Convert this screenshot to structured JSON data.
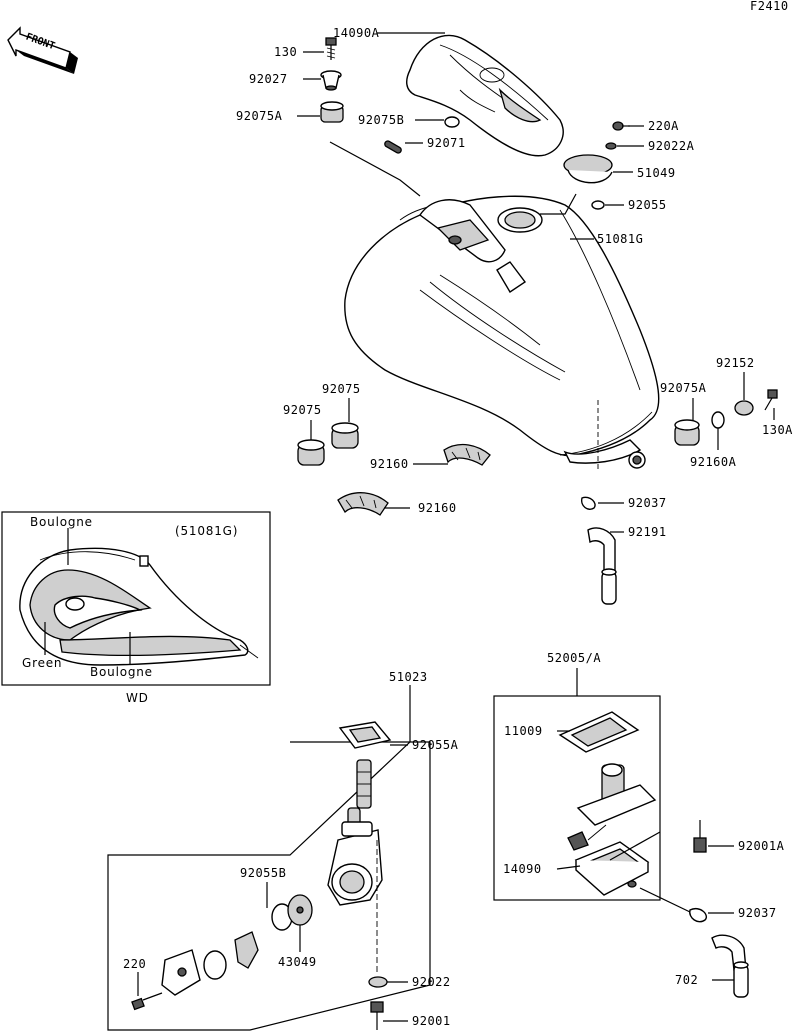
{
  "figure_code": "F2410",
  "front_label": "FRONT",
  "inset": {
    "part_ref": "(51081G)",
    "label_top": "Boulogne",
    "label_left": "Green",
    "label_bottom": "Boulogne",
    "caption": "WD"
  },
  "callouts": {
    "p130": "130",
    "p14090A": "14090A",
    "p92027": "92027",
    "p92075A_top": "92075A",
    "p92075B": "92075B",
    "p92071": "92071",
    "p220A": "220A",
    "p92022A": "92022A",
    "p51049": "51049",
    "p92055": "92055",
    "p51081G": "51081G",
    "p92152": "92152",
    "p92075A_right": "92075A",
    "p130A": "130A",
    "p92160A": "92160A",
    "p92075_a": "92075",
    "p92075_b": "92075",
    "p92160_a": "92160",
    "p92160_b": "92160",
    "p92037_top": "92037",
    "p92191": "92191",
    "p51023": "51023",
    "p52005A": "52005/A",
    "p11009": "11009",
    "p92055A": "92055A",
    "p92001A": "92001A",
    "p14090": "14090",
    "p92055B": "92055B",
    "p43049": "43049",
    "p220": "220",
    "p92022": "92022",
    "p92001": "92001",
    "p92037_bottom": "92037",
    "p702": "702"
  }
}
